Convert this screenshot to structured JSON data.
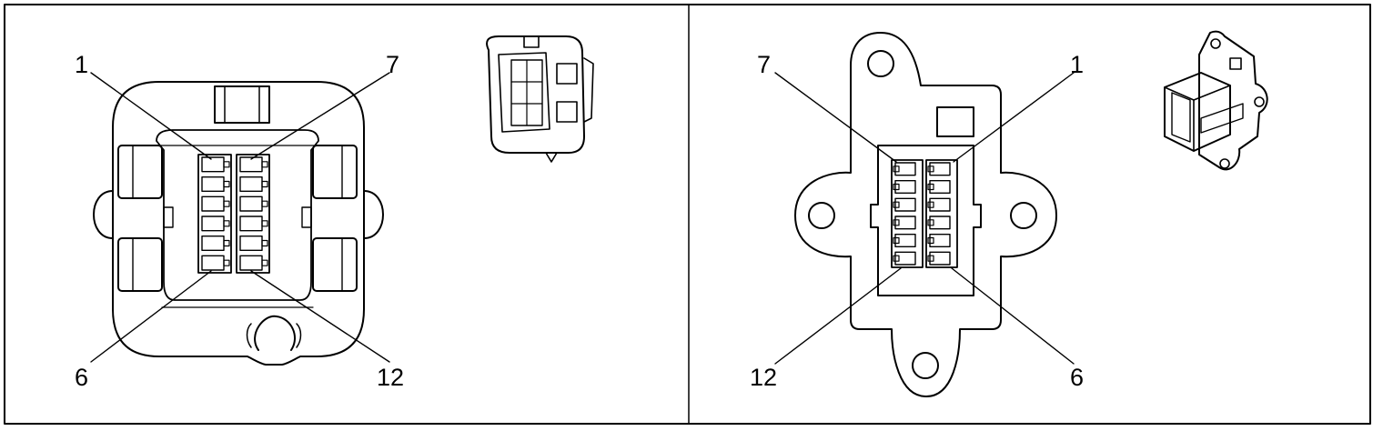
{
  "left_view": {
    "pin_labels": {
      "top_left": "1",
      "top_right": "7",
      "bottom_left": "6",
      "bottom_right": "12"
    }
  },
  "right_view": {
    "pin_labels": {
      "top_left": "7",
      "top_right": "1",
      "bottom_left": "12",
      "bottom_right": "6"
    }
  },
  "colors": {
    "line": "#000000",
    "background": "#ffffff"
  }
}
